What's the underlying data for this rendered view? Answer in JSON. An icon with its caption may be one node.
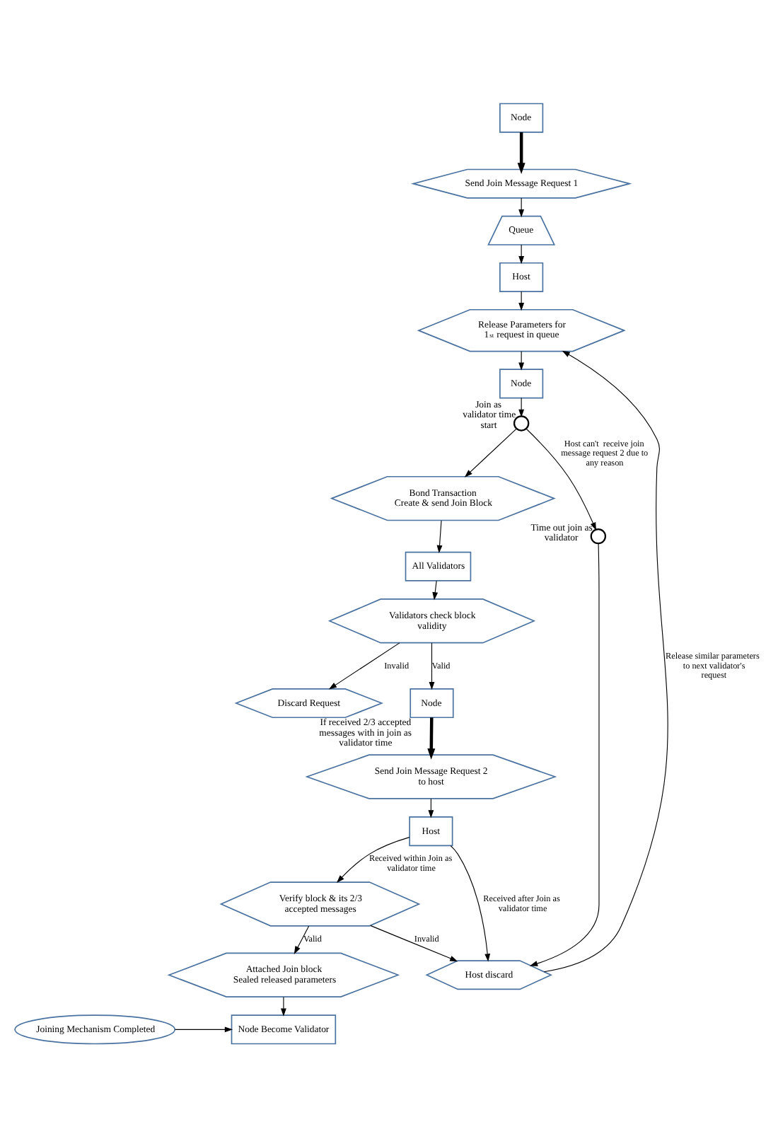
{
  "diagram": {
    "nodes": [
      {
        "text": [
          "Node"
        ]
      },
      {
        "text": [
          "Send Join Message Request 1"
        ]
      },
      {
        "text": [
          "Queue"
        ]
      },
      {
        "text": [
          "Host"
        ]
      },
      {
        "text": [
          "Release Parameters for 1$^{st}$ request in queue"
        ]
      },
      {
        "text": [
          "Node"
        ]
      },
      {
        "text": [],
        "shape": "circle",
        "beside": [
          "Join as validator time start"
        ]
      },
      {
        "text": [
          "Bond Transaction",
          "Create & send Join Block"
        ]
      },
      {
        "text": [
          "All Validators"
        ]
      },
      {
        "text": [
          "Validators check block validity"
        ]
      },
      {
        "text": [
          "Discard Request"
        ]
      },
      {
        "text": [
          "Node"
        ],
        "beside": [
          "If received 2/3 accepted messages with in join as validator time"
        ]
      },
      {
        "text": [
          "Send Join Message Request 2 to host"
        ]
      },
      {
        "text": [
          "Host"
        ]
      },
      {
        "text": [],
        "shape": "circle",
        "beside": [
          "Time out join as validator"
        ]
      },
      {
        "text": [
          "Verify block & its 2/3 accepted messages"
        ]
      },
      {
        "text": [
          "Host discard"
        ]
      },
      {
        "text": [
          "Attached Join block",
          "Sealed released parameters"
        ]
      },
      {
        "text": [
          "Joining Mechanism Completed"
        ]
      },
      {
        "text": [
          "Node Become Validator"
        ]
      }
    ],
    "edges": [
      {
        "from": 0,
        "to": 1,
        "arrow": "to",
        "style": "thick"
      },
      {
        "from": 1,
        "to": 2,
        "arrow": "to"
      },
      {
        "from": 2,
        "to": 3,
        "arrow": "to"
      },
      {
        "from": 3,
        "to": 4,
        "arrow": "to"
      },
      {
        "from": 4,
        "to": 5,
        "arrow": "to"
      },
      {
        "from": 5,
        "to": 6,
        "arrow": "to"
      },
      {
        "from": 6,
        "to": 7,
        "arrow": "to"
      },
      {
        "from": 7,
        "to": 8,
        "arrow": "to"
      },
      {
        "from": 8,
        "to": 9,
        "arrow": "to"
      },
      {
        "from": 9,
        "to": 10,
        "arrow": "to",
        "label": "Invalid"
      },
      {
        "from": 9,
        "to": 11,
        "arrow": "to",
        "label": "Valid"
      },
      {
        "from": 11,
        "to": 12,
        "arrow": "to",
        "style": "thick"
      },
      {
        "from": 12,
        "to": 13,
        "arrow": "to"
      },
      {
        "from": 13,
        "to": 16,
        "arrow": "to",
        "label": "Received after Join as validator time"
      },
      {
        "from": 13,
        "to": 15,
        "arrow": "to",
        "label": "Received within Join as validator time"
      },
      {
        "from": 6,
        "to": 14,
        "arrow": "to",
        "label": "Host can't  receive join message request 2 due to any reason"
      },
      {
        "from": 14,
        "to": 16,
        "arrow": "to"
      },
      {
        "from": 15,
        "to": 16,
        "arrow": "to",
        "label": "Invalid"
      },
      {
        "from": 15,
        "to": 17,
        "arrow": "to",
        "label": "Valid"
      },
      {
        "from": 16,
        "to": 4,
        "arrow": "to",
        "label": "Release similar parameters to next validator's request"
      },
      {
        "from": 17,
        "to": 19,
        "arrow": "to"
      },
      {
        "from": 18,
        "to": 19,
        "arrow": "to"
      }
    ]
  }
}
